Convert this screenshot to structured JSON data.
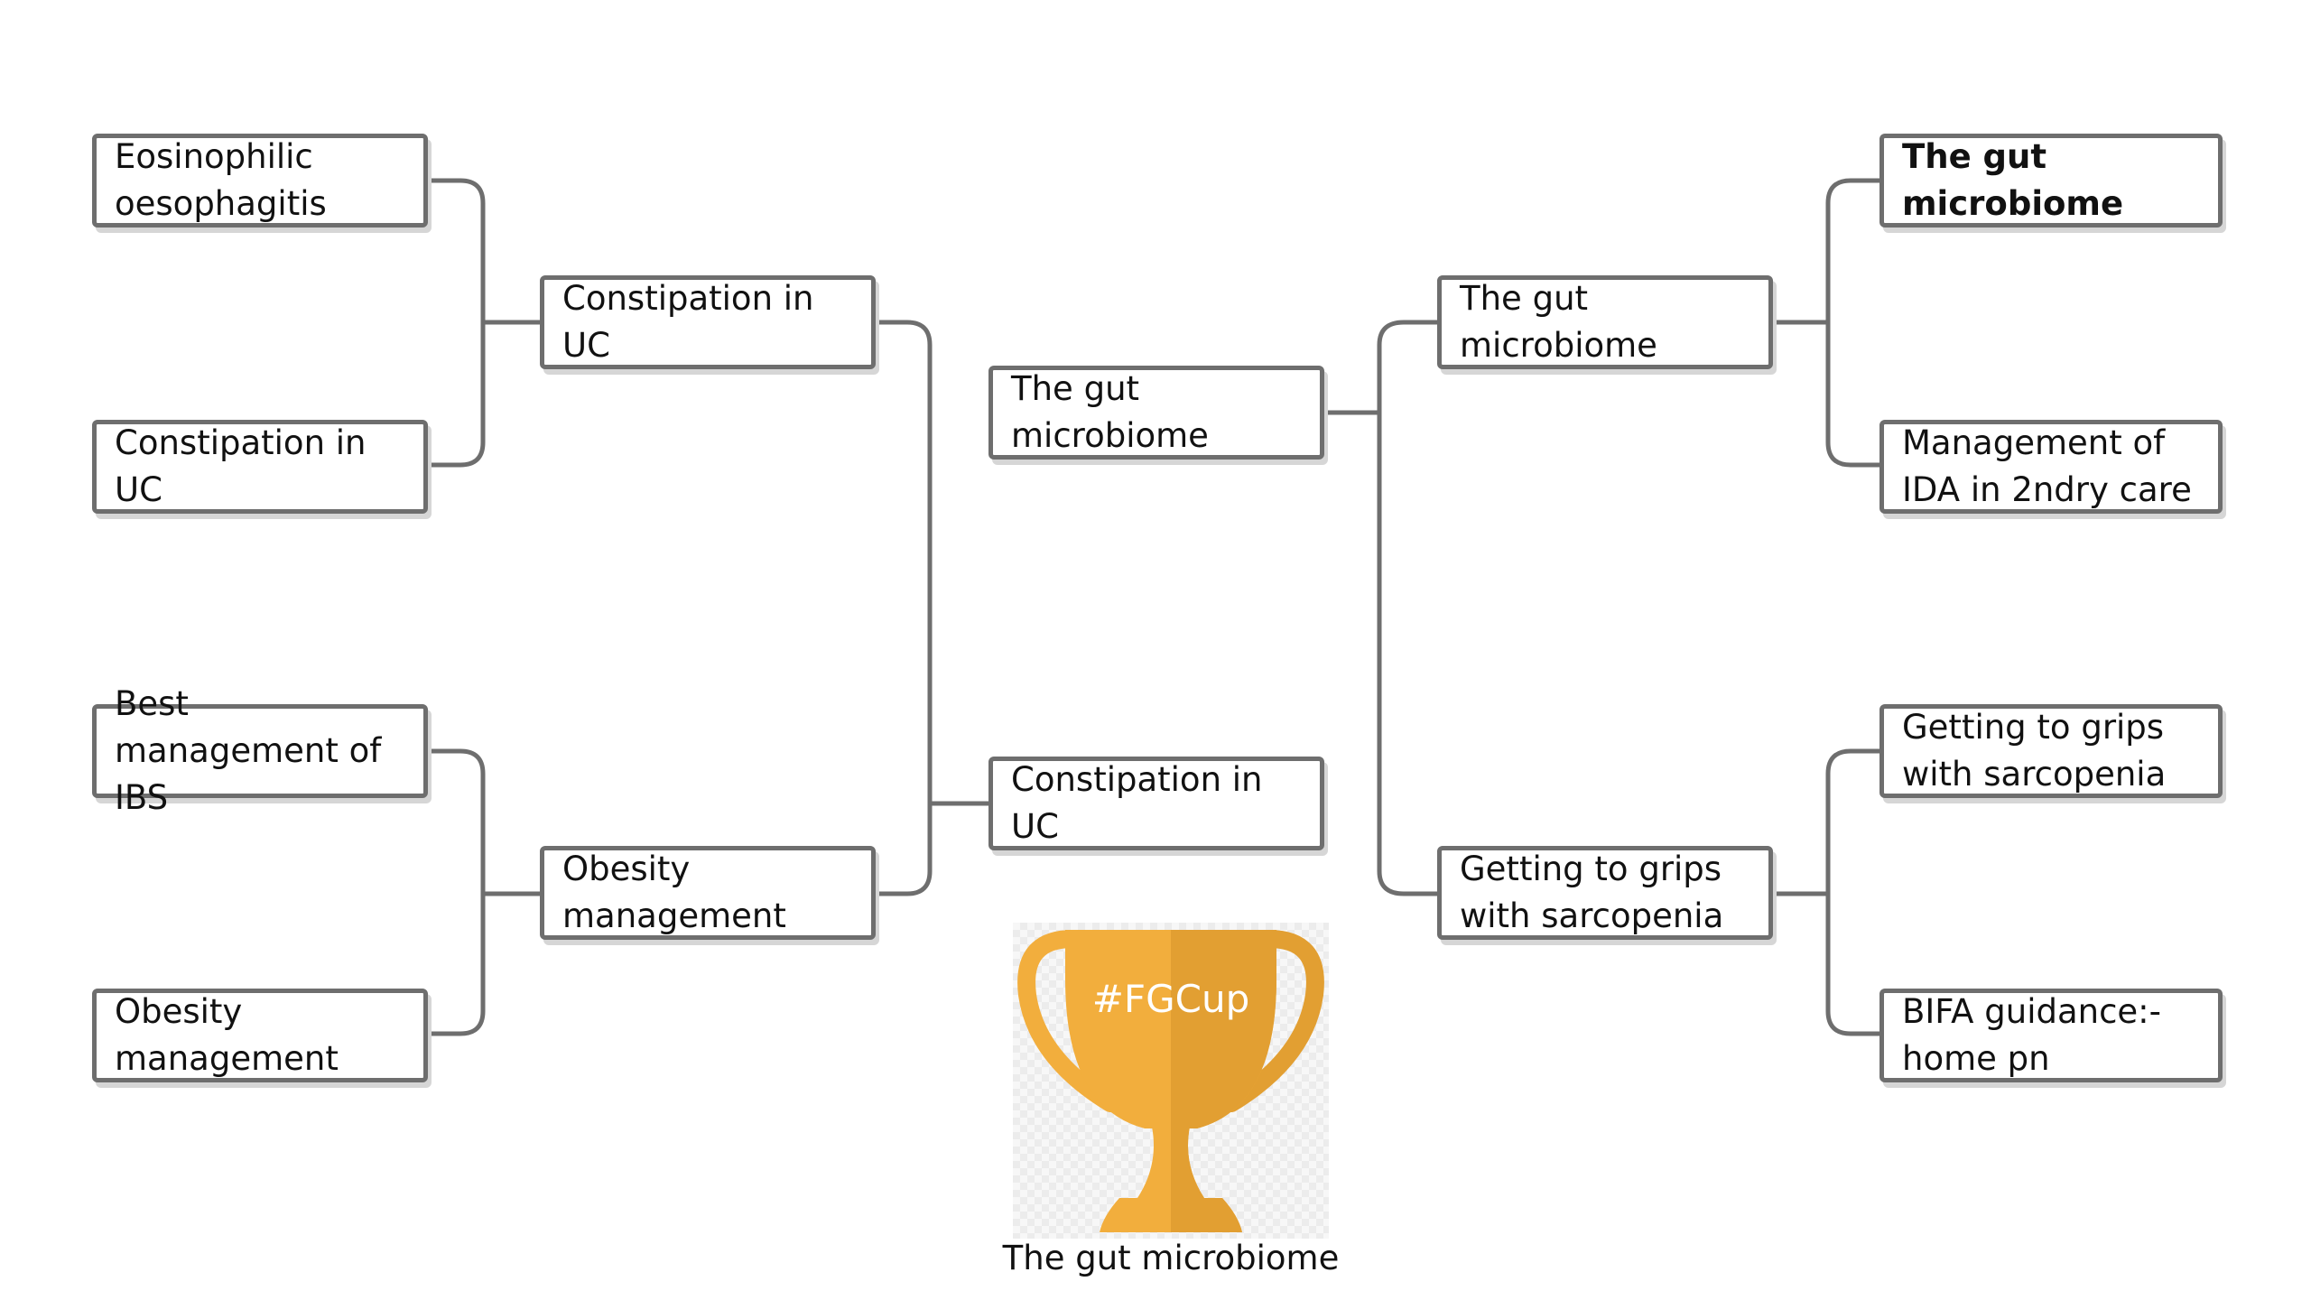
{
  "bracket": {
    "round1": {
      "left": [
        "Eosinophilic oesophagitis",
        "Constipation in UC",
        "Best management of IBS",
        "Obesity management"
      ],
      "right": [
        "The gut microbiome",
        "Management of IDA in 2ndry care",
        "Getting to grips with sarcopenia",
        "BIFA guidance:- home pn"
      ]
    },
    "round2": {
      "left": [
        "Constipation in UC",
        "Obesity management"
      ],
      "right": [
        "The gut microbiome",
        "Getting to grips with sarcopenia"
      ]
    },
    "semifinal": {
      "top": "The gut microbiome",
      "bottom": "Constipation in UC"
    },
    "trophy": {
      "tag": "#FGCup",
      "winner": "The gut microbiome"
    }
  },
  "colors": {
    "connector": "#6e6e6e",
    "trophy_gold": "#f2ae3d",
    "trophy_gold_dark": "#e29f32"
  }
}
